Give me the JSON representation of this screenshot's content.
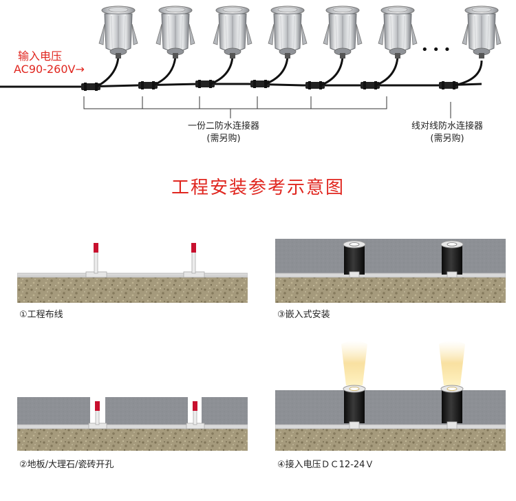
{
  "wiring": {
    "input_label_line1": "输入电压",
    "input_label_line2": "AC90-260V→",
    "ellipsis": "• • •",
    "connector_a_line1": "一份二防水连接器",
    "connector_a_line2": "(需另购)",
    "connector_b_line1": "线对线防水连接器",
    "connector_b_line2": "(需另购)"
  },
  "title": "工程安装参考示意图",
  "panels": [
    {
      "caption": "①工程布线"
    },
    {
      "caption": "③嵌入式安装"
    },
    {
      "caption": "②地板/大理石/瓷砖开孔"
    },
    {
      "caption": "④接入电压ＤＣ12-24Ｖ"
    }
  ],
  "colors": {
    "accent_red": "#e0261f",
    "slab_gray": "#8d9095",
    "gravel": "#a59a7c"
  }
}
